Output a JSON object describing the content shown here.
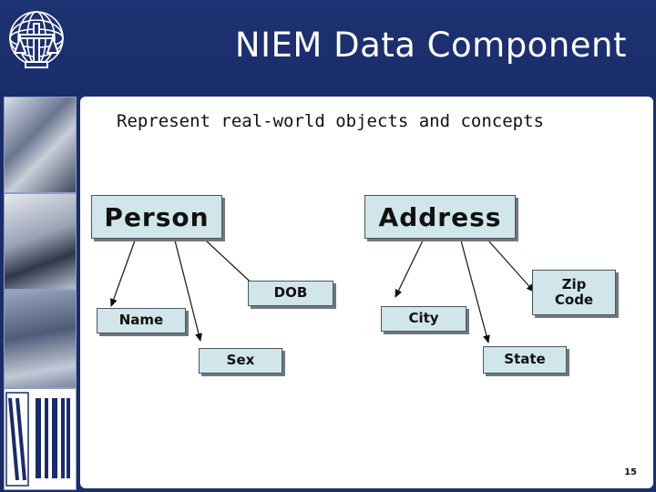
{
  "header": {
    "title": "NIEM Data Component"
  },
  "main": {
    "subtitle": "Represent real-world objects and concepts"
  },
  "diagram": {
    "nodes": {
      "person": "Person",
      "address": "Address",
      "dob": "DOB",
      "name": "Name",
      "sex": "Sex",
      "city": "City",
      "zip": "Zip\nCode",
      "state": "State"
    }
  },
  "footer": {
    "page_number": "15"
  },
  "colors": {
    "background": "#1b2f6e",
    "box_fill": "#d0e6ea",
    "content_bg": "#ffffff"
  }
}
